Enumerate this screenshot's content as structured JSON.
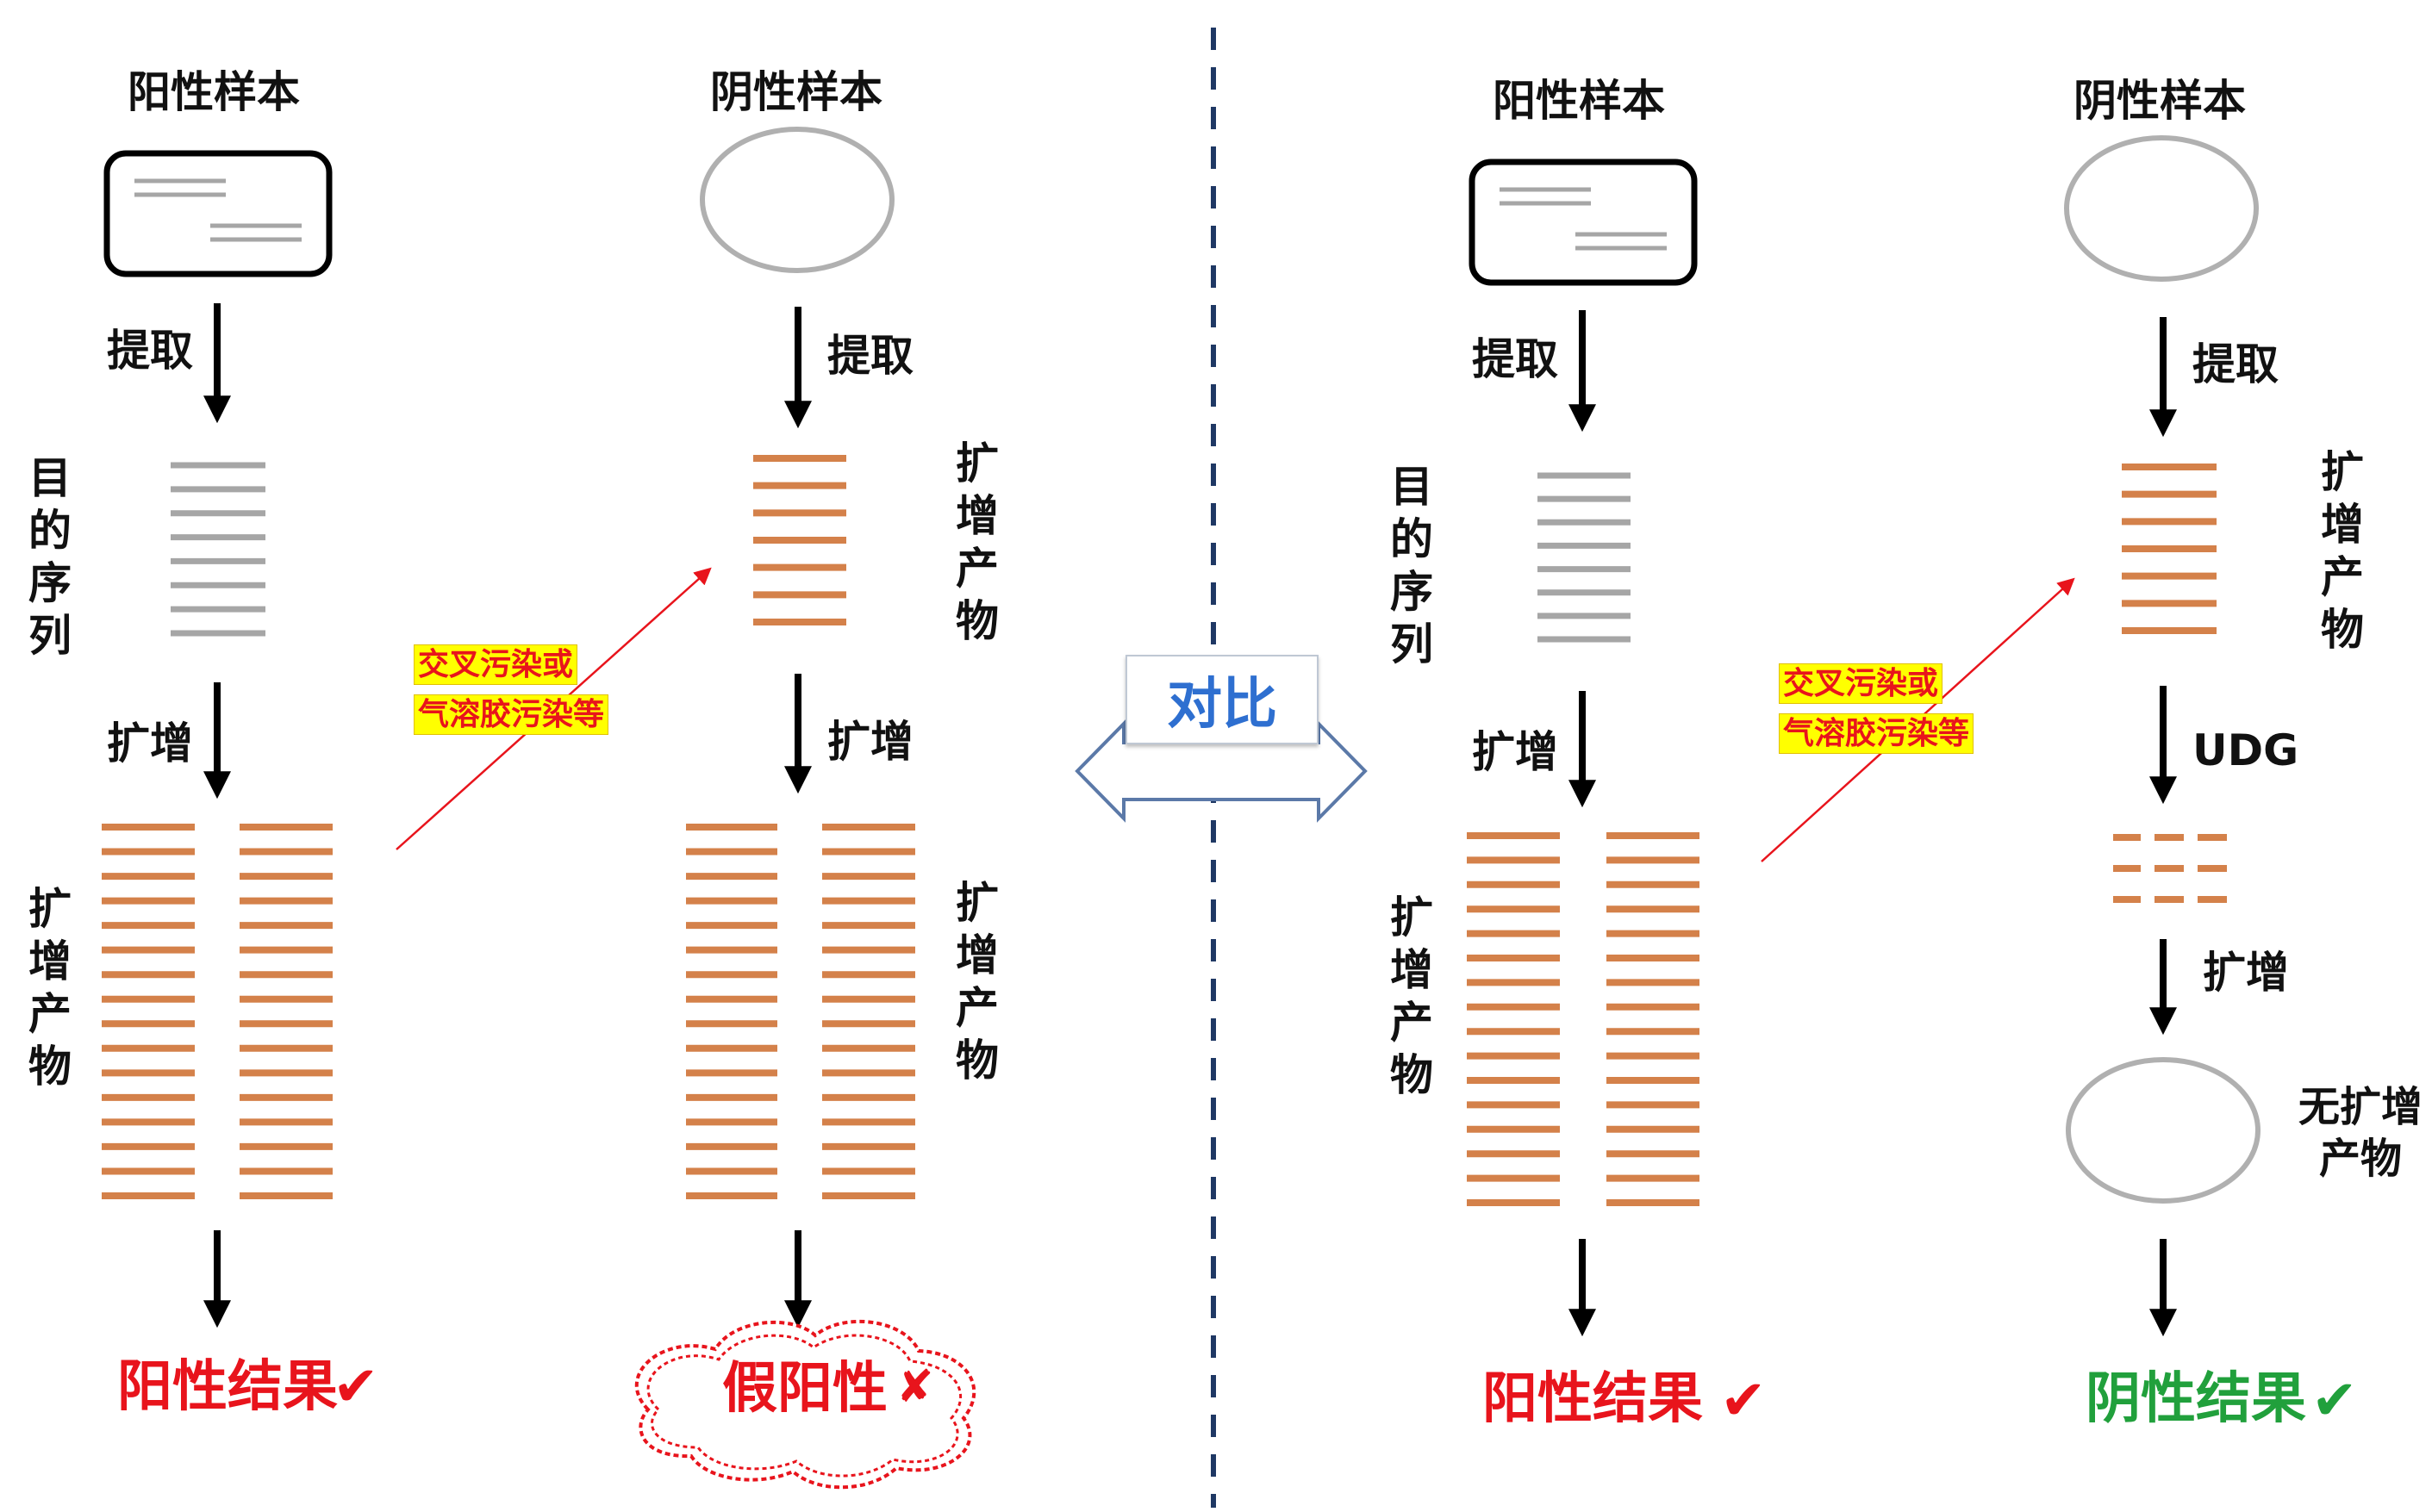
{
  "colors": {
    "gray_line": "#a6a6a6",
    "orange_line": "#d4814a",
    "arrow": "#000000",
    "divider": "#1f3864",
    "red": "#e8141c",
    "green": "#21a03c",
    "blue": "#2e6fd0",
    "highlight": "#ffff00"
  },
  "icons": {
    "check": "checkmark-icon",
    "cross": "cross-icon"
  },
  "compare_label": "对比",
  "left": {
    "positive": {
      "title": "阳性样本",
      "extract": "提取",
      "target_seq": "目的序列",
      "amplify": "扩增",
      "product": "扩增产物",
      "result": "阳性结果",
      "mark": "✔"
    },
    "negative": {
      "title": "阴性样本",
      "extract": "提取",
      "product_top": "扩增产物",
      "amplify": "扩增",
      "product": "扩增产物",
      "result": "假阳性",
      "mark": "✘"
    },
    "contamination": [
      "交叉污染或",
      "气溶胶污染等"
    ]
  },
  "right": {
    "positive": {
      "title": "阳性样本",
      "extract": "提取",
      "target_seq": "目的序列",
      "amplify": "扩增",
      "product": "扩增产物",
      "result": "阳性结果",
      "mark": "✔"
    },
    "negative": {
      "title": "阴性样本",
      "extract": "提取",
      "product_top": "扩增产物",
      "udg": "UDG",
      "amplify": "扩增",
      "no_product": "无扩增产物",
      "result": "阴性结果",
      "mark": "✔"
    },
    "contamination": [
      "交叉污染或",
      "气溶胶污染等"
    ]
  }
}
